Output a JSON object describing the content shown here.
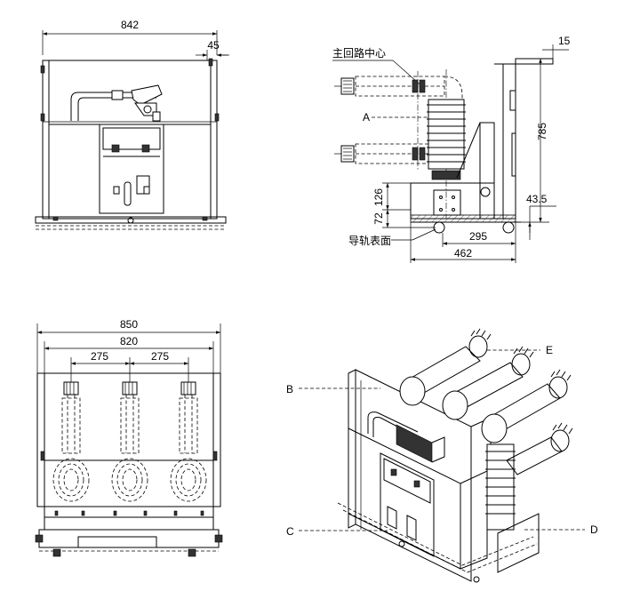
{
  "front_view": {
    "width_842": "842",
    "offset_45": "45"
  },
  "side_view": {
    "label_main_circuit_center": "主回路中心",
    "label_A": "A",
    "dim_15": "15",
    "dim_785": "785",
    "dim_126": "126",
    "dim_72": "72",
    "dim_43_5": "43.5",
    "label_rail_surface": "导轨表面",
    "dim_295": "295",
    "dim_462": "462"
  },
  "rear_view": {
    "dim_850": "850",
    "dim_820": "820",
    "pitch_left": "275",
    "pitch_right": "275"
  },
  "iso_view": {
    "label_B": "B",
    "label_C": "C",
    "label_D": "D",
    "label_E": "E"
  }
}
